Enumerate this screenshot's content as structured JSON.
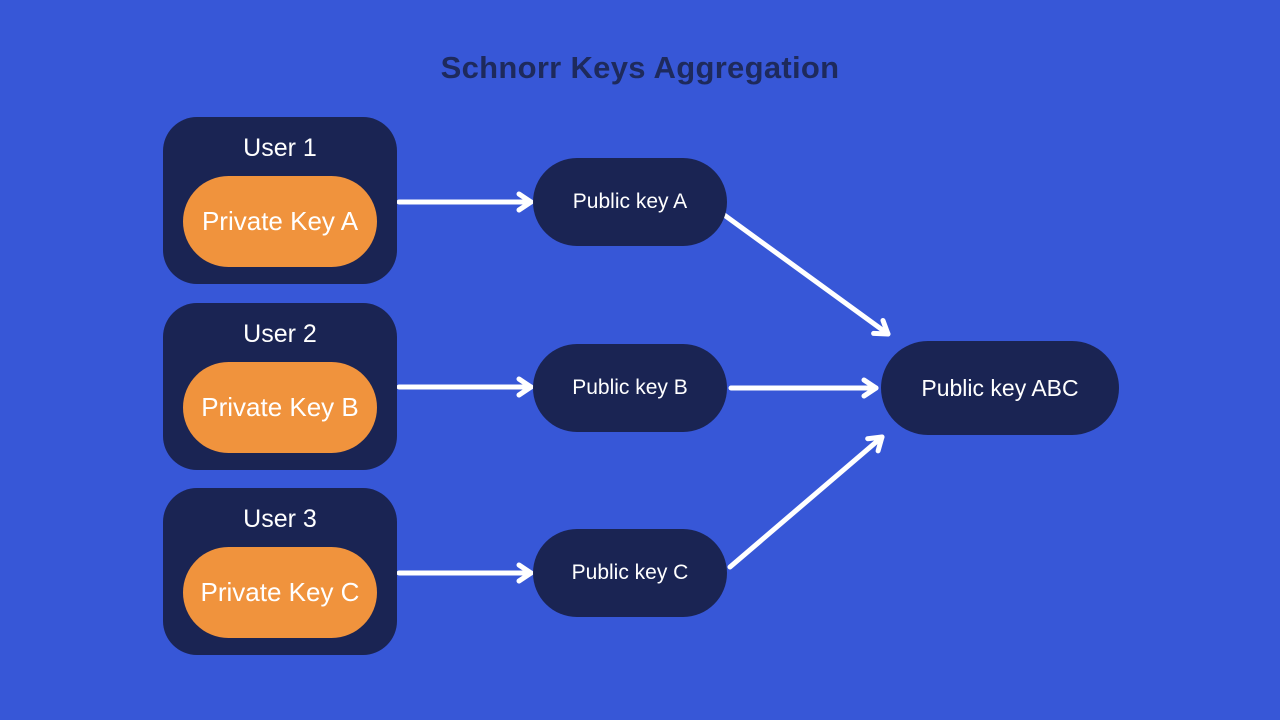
{
  "title": "Schnorr Keys Aggregation",
  "users": [
    {
      "label": "User 1",
      "private_key": "Private Key A"
    },
    {
      "label": "User 2",
      "private_key": "Private Key B"
    },
    {
      "label": "User 3",
      "private_key": "Private Key C"
    }
  ],
  "public_keys": [
    {
      "label": "Public key A"
    },
    {
      "label": "Public key B"
    },
    {
      "label": "Public key C"
    }
  ],
  "aggregate": {
    "label": "Public key ABC"
  },
  "colors": {
    "background": "#3757D7",
    "node_navy": "#1A2453",
    "accent_orange": "#F0933D",
    "arrow": "#FFFFFF",
    "title_text": "#1E2A5C",
    "label_text": "#FFFFFF"
  }
}
